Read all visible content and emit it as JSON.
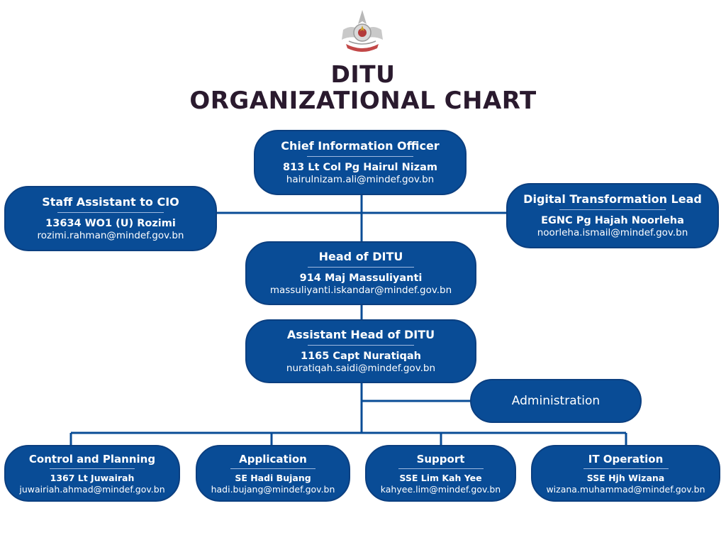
{
  "header": {
    "logo_icon": "brunei-armed-forces-crest-icon",
    "title_line1": "DITU",
    "title_line2": "ORGANIZATIONAL CHART"
  },
  "colors": {
    "node_fill": "#094c96",
    "connector": "#094c96",
    "title_text": "#2a1a2e"
  },
  "chief": {
    "role": "Chief Information Officer",
    "name": "813 Lt Col Pg Hairul Nizam",
    "email": "hairulnizam.ali@mindef.gov.bn"
  },
  "staff_assistant": {
    "role": "Staff Assistant to CIO",
    "name": "13634 WO1 (U) Rozimi",
    "email": "rozimi.rahman@mindef.gov.bn"
  },
  "digital_lead": {
    "role": "Digital Transformation Lead",
    "name": "EGNC Pg Hajah Noorleha",
    "email": "noorleha.ismail@mindef.gov.bn"
  },
  "head": {
    "role": "Head of DITU",
    "name": "914 Maj Massuliyanti",
    "email": "massuliyanti.iskandar@mindef.gov.bn"
  },
  "assistant_head": {
    "role": "Assistant Head of DITU",
    "name": "1165 Capt Nuratiqah",
    "email": "nuratiqah.saidi@mindef.gov.bn"
  },
  "administration": {
    "label": "Administration"
  },
  "branches": [
    {
      "role": "Control and Planning",
      "name": "1367 Lt Juwairah",
      "email": "juwairiah.ahmad@mindef.gov.bn"
    },
    {
      "role": "Application",
      "name": "SE Hadi Bujang",
      "email": "hadi.bujang@mindef.gov.bn"
    },
    {
      "role": "Support",
      "name": "SSE Lim Kah Yee",
      "email": "kahyee.lim@mindef.gov.bn"
    },
    {
      "role": "IT Operation",
      "name": "SSE Hjh Wizana",
      "email": "wizana.muhammad@mindef.gov.bn"
    }
  ]
}
